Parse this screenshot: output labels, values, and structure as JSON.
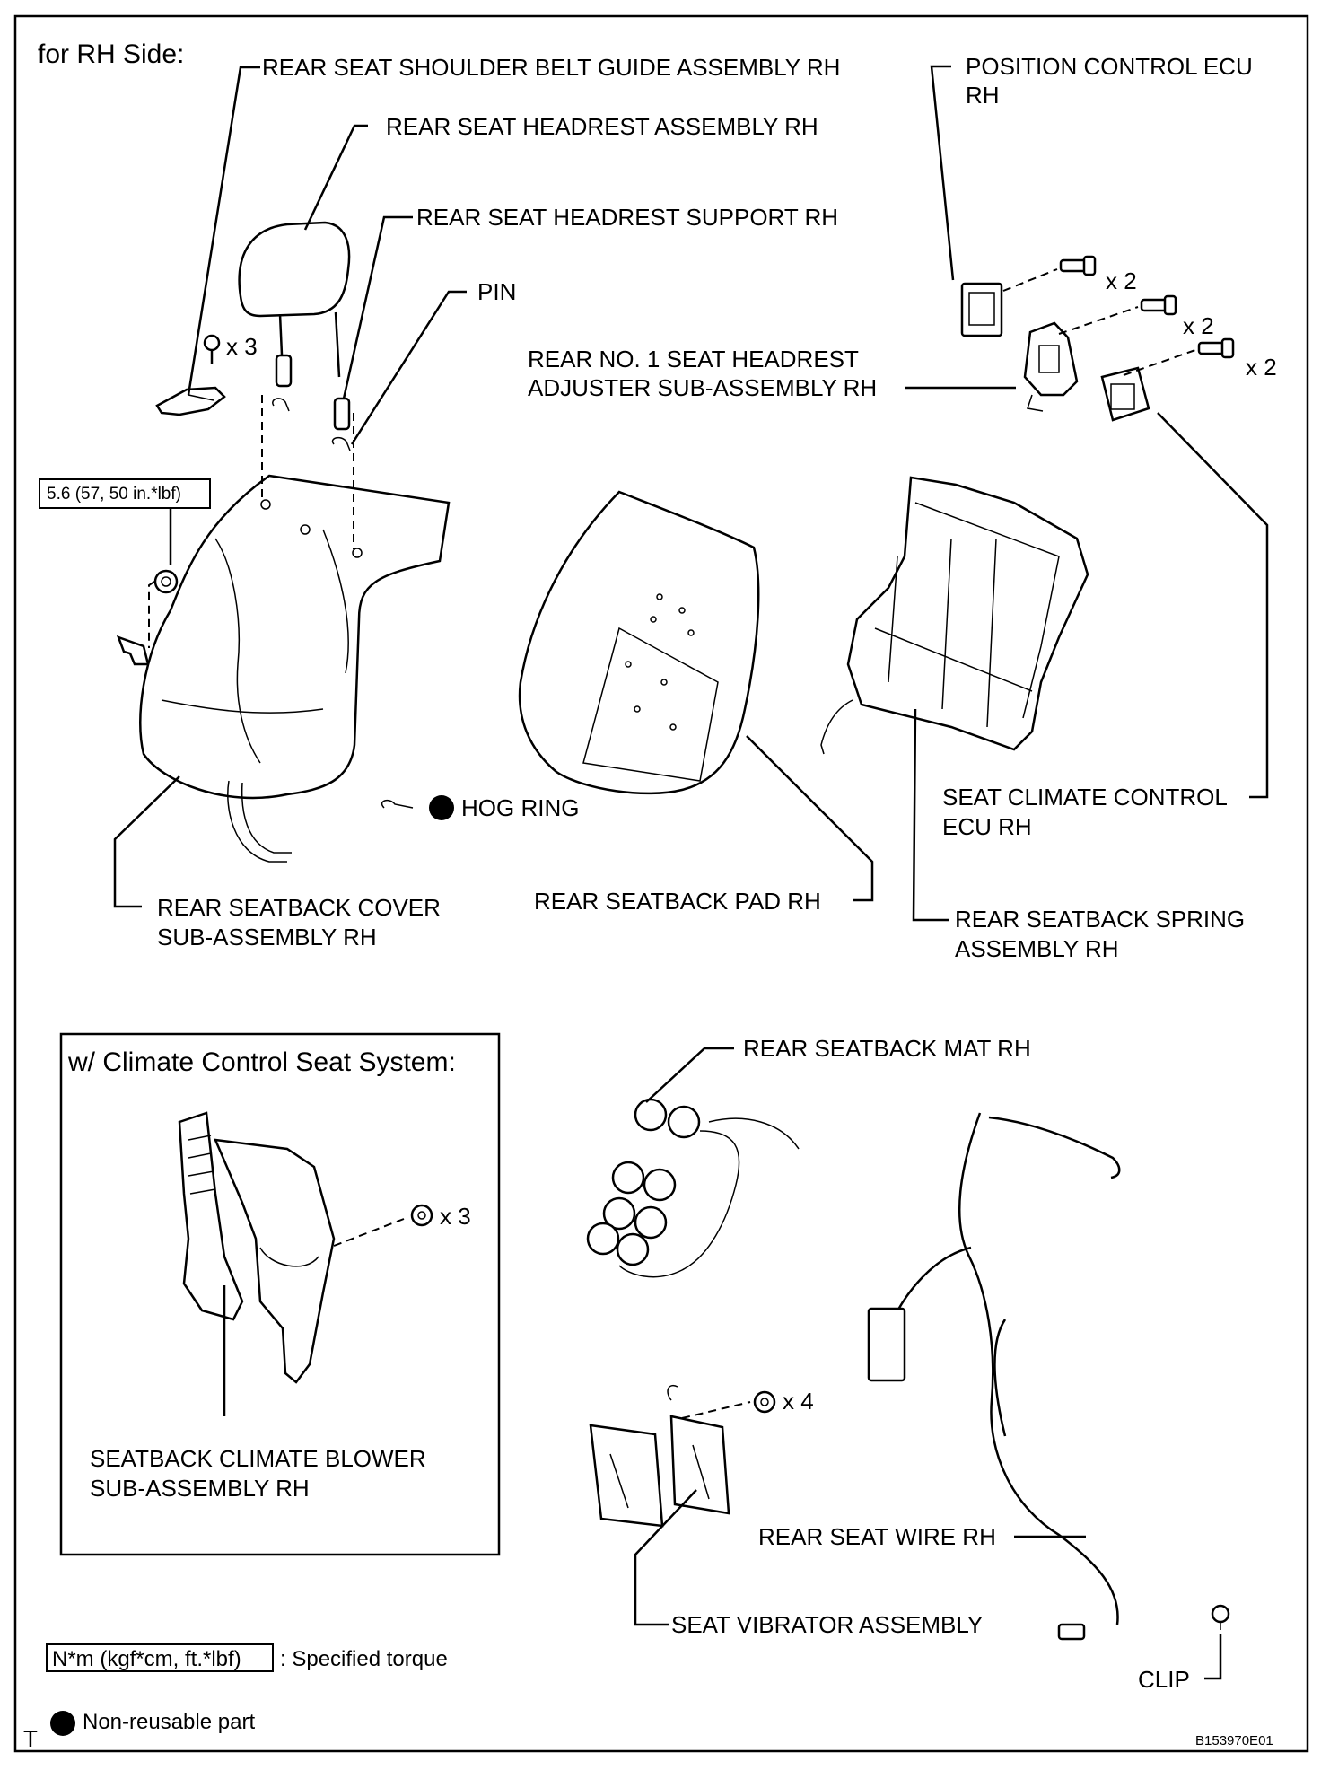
{
  "diagram": {
    "section_title": "for RH Side:",
    "labels": {
      "shoulder_belt_guide": "REAR SEAT SHOULDER BELT GUIDE ASSEMBLY RH",
      "headrest": "REAR SEAT HEADREST ASSEMBLY RH",
      "headrest_support": "REAR SEAT HEADREST SUPPORT RH",
      "pin": "PIN",
      "position_ecu_l1": "POSITION CONTROL ECU",
      "position_ecu_l2": "RH",
      "headrest_adjuster_l1": "REAR NO. 1 SEAT HEADREST",
      "headrest_adjuster_l2": "ADJUSTER SUB-ASSEMBLY RH",
      "climate_ecu_l1": "SEAT CLIMATE CONTROL",
      "climate_ecu_l2": "ECU RH",
      "hog_ring": "HOG RING",
      "cover_l1": "REAR SEATBACK COVER",
      "cover_l2": "SUB-ASSEMBLY RH",
      "pad": "REAR SEATBACK PAD RH",
      "spring_l1": "REAR SEATBACK SPRING",
      "spring_l2": "ASSEMBLY RH",
      "mat": "REAR SEATBACK MAT RH",
      "blower_l1": "SEATBACK CLIMATE BLOWER",
      "blower_l2": "SUB-ASSEMBLY RH",
      "wire": "REAR SEAT WIRE RH",
      "vibrator": "SEAT VIBRATOR ASSEMBLY",
      "clip": "CLIP"
    },
    "quantities": {
      "screws_guide": "x 3",
      "bolts_ecu": "x 2",
      "bolts_adjuster": "x 2",
      "bolts_climate": "x 2",
      "nuts_blower": "x 3",
      "nuts_vibrator": "x 4"
    },
    "torque_spec": "5.6 (57, 50 in.*lbf)",
    "inset_title": "w/ Climate Control Seat System:",
    "legend": {
      "torque_box": "N*m (kgf*cm, ft.*lbf)",
      "torque_text": ": Specified torque",
      "nonreusable_text": "Non-reusable part"
    },
    "corner_letter": "T",
    "figure_id": "B153970E01"
  }
}
